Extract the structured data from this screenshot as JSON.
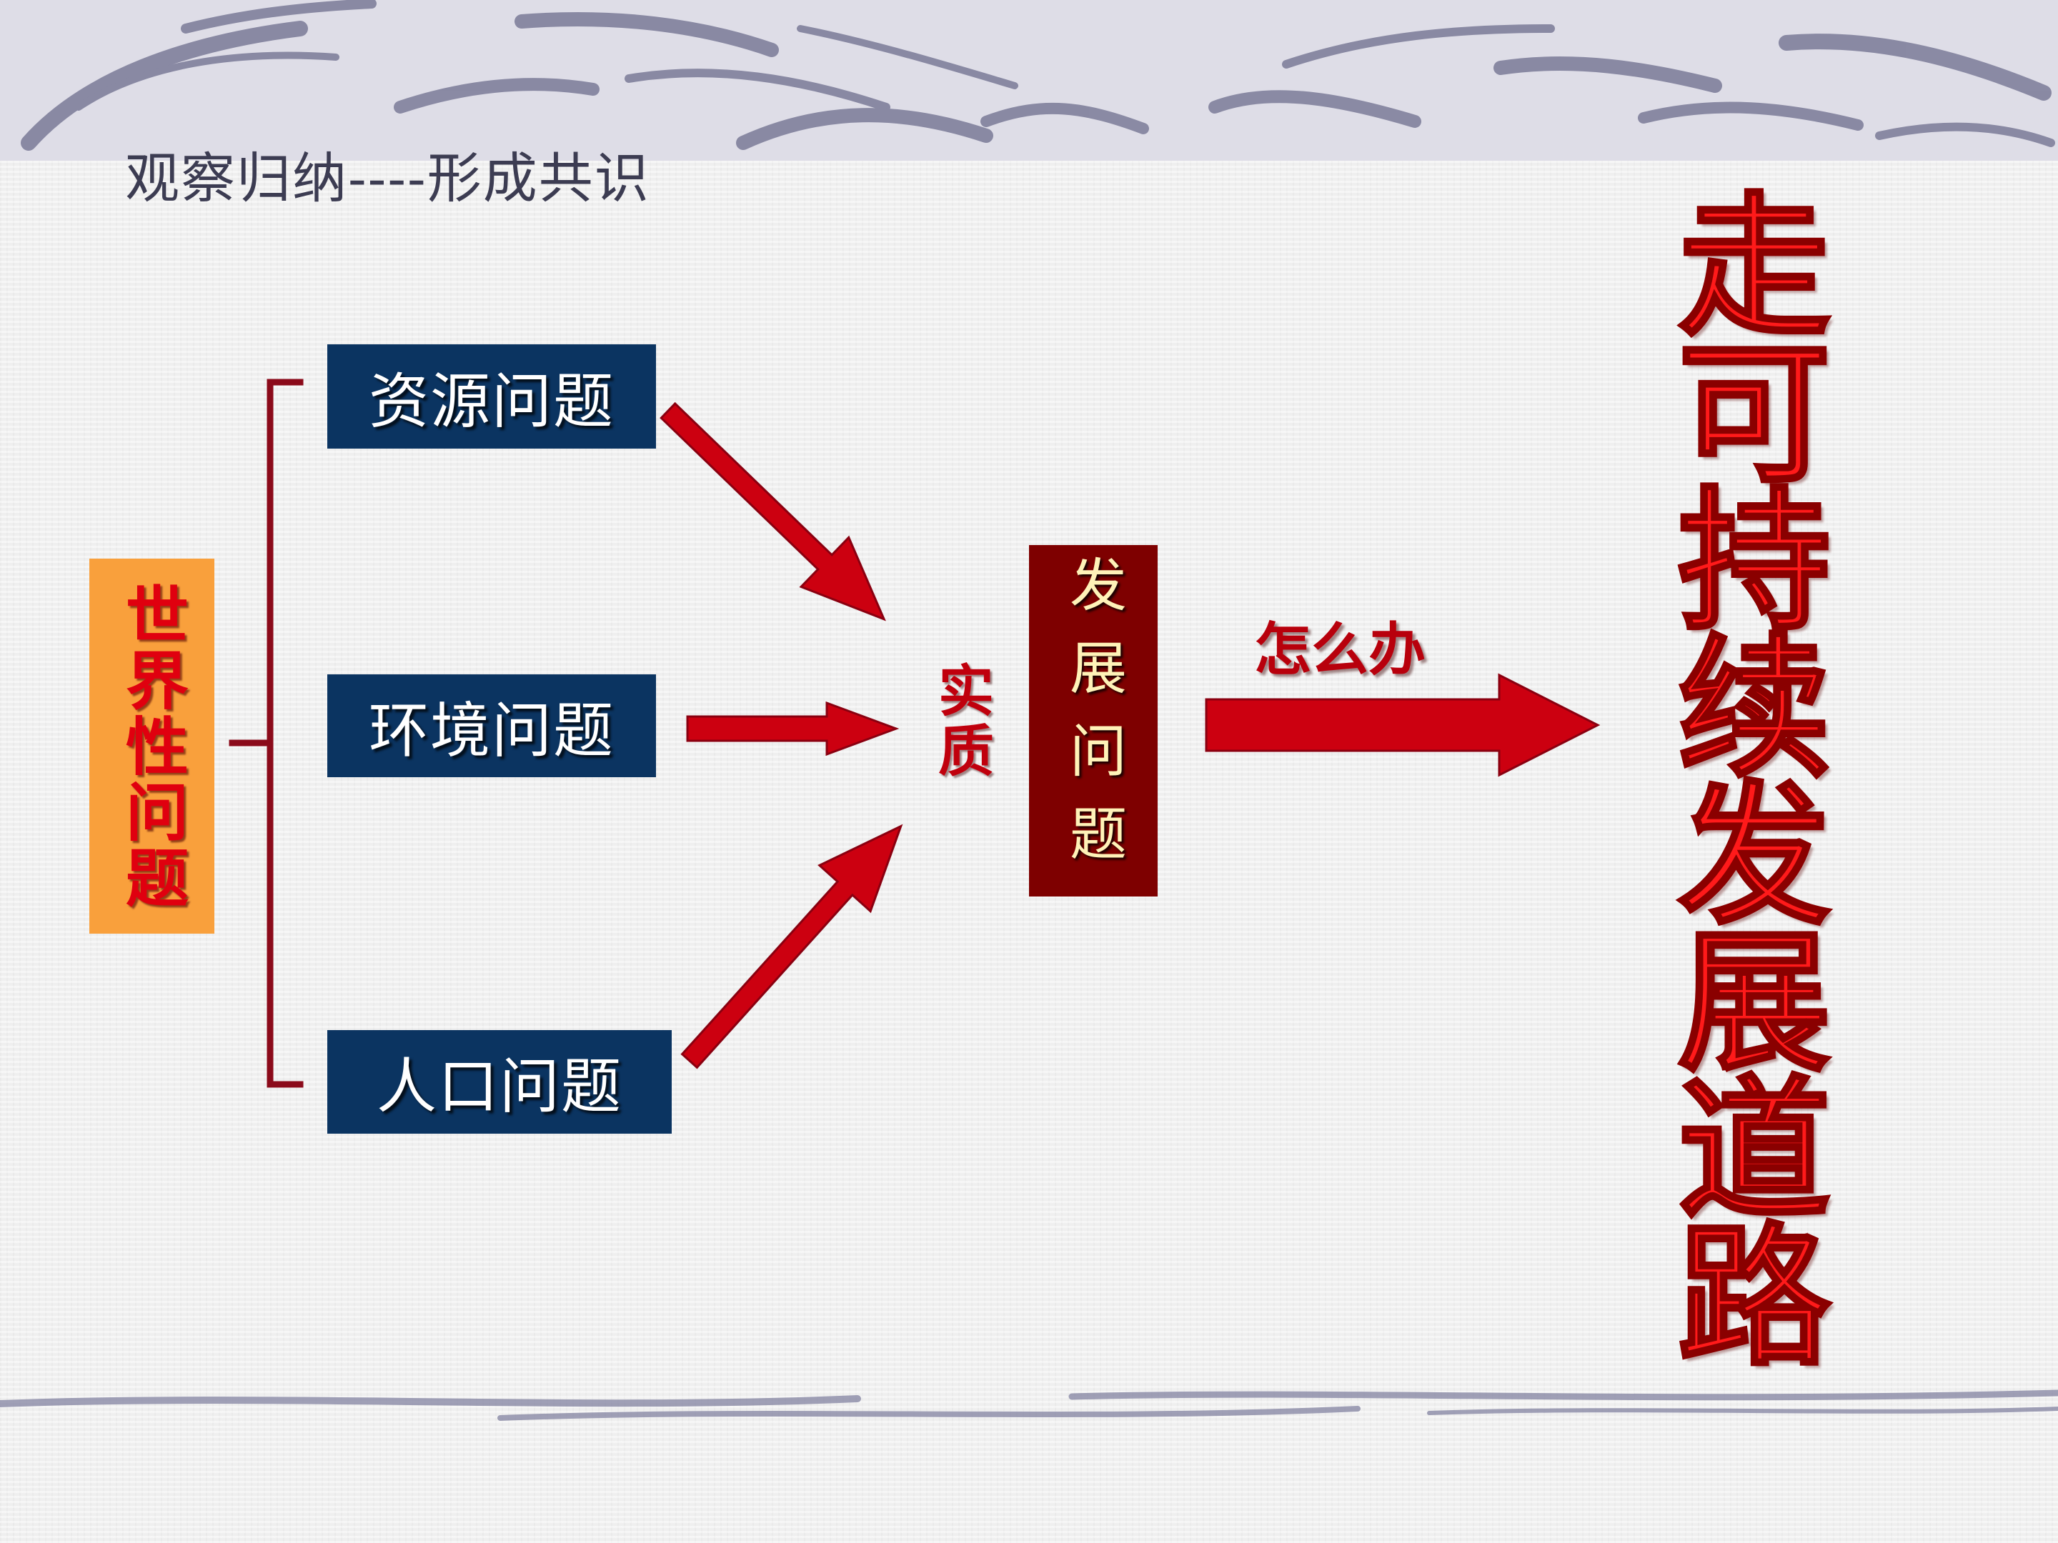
{
  "slide": {
    "title": "观察归纳----形成共识"
  },
  "diagram": {
    "world_issue": "世界性问题",
    "issues": [
      {
        "label": "资源问题"
      },
      {
        "label": "环境问题"
      },
      {
        "label": "人口问题"
      }
    ],
    "essence_label": "实质",
    "development_issue": "发展问题",
    "how_label": "怎么办",
    "goal": "走可持续发展道路"
  },
  "colors": {
    "issue_box": "#0b3461",
    "world_box": "#f9a03c",
    "development_box": "#7e0000",
    "arrow_red": "#cc0010",
    "bracket": "#8b0a1a",
    "goal_text": "#ff1a1a"
  }
}
